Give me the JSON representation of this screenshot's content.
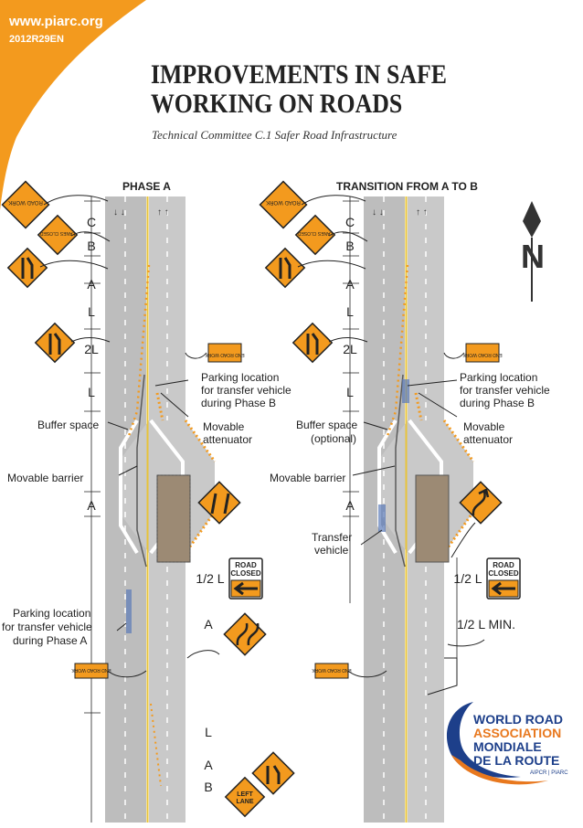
{
  "header": {
    "site": "www.piarc.org",
    "code": "2012R29EN",
    "title_line1": "IMPROVEMENTS IN SAFE",
    "title_line2": "WORKING ON ROADS",
    "subtitle": "Technical Committee C.1 Safer Road Infrastructure"
  },
  "diagram": {
    "phase_a": "PHASE A",
    "transition": "TRANSITION FROM A TO B",
    "north": "N",
    "labels": {
      "C": "C",
      "B": "B",
      "A": "A",
      "L": "L",
      "two_L": "2L",
      "half_L": "1/2 L",
      "half_L_min": "1/2 L MIN."
    },
    "left": {
      "parking_b_1": "Parking location",
      "parking_b_2": "for transfer vehicle",
      "parking_b_3": "during Phase B",
      "buffer": "Buffer space",
      "movable_attenuator_1": "Movable",
      "movable_attenuator_2": "attenuator",
      "movable_barrier": "Movable barrier",
      "parking_a_1": "Parking location",
      "parking_a_2": "for transfer vehicle",
      "parking_a_3": "during Phase A"
    },
    "right": {
      "parking_b_1": "Parking location",
      "parking_b_2": "for transfer vehicle",
      "parking_b_3": "during Phase B",
      "buffer_1": "Buffer space",
      "buffer_2": "(optional)",
      "movable_attenuator_1": "Movable",
      "movable_attenuator_2": "attenuator",
      "movable_barrier": "Movable barrier",
      "transfer_1": "Transfer",
      "transfer_2": "vehicle"
    },
    "signs": {
      "road_closed_1": "ROAD",
      "road_closed_2": "CLOSED",
      "end_road_work_1": "END",
      "end_road_work_2": "ROAD WORK",
      "left_lane_1": "LEFT",
      "left_lane_2": "LANE",
      "road_work_ahead": "ROAD WORK AHEAD"
    }
  },
  "logo": {
    "line1": "WORLD ROAD",
    "line2": "ASSOCIATION",
    "line3": "MONDIALE",
    "line4": "DE LA ROUTE",
    "small": "AIPCR | PIARC"
  },
  "colors": {
    "orange": "#f39a1e",
    "road": "#c8c8c8",
    "logo_blue": "#1d3f8a",
    "logo_orange": "#e8781e"
  }
}
